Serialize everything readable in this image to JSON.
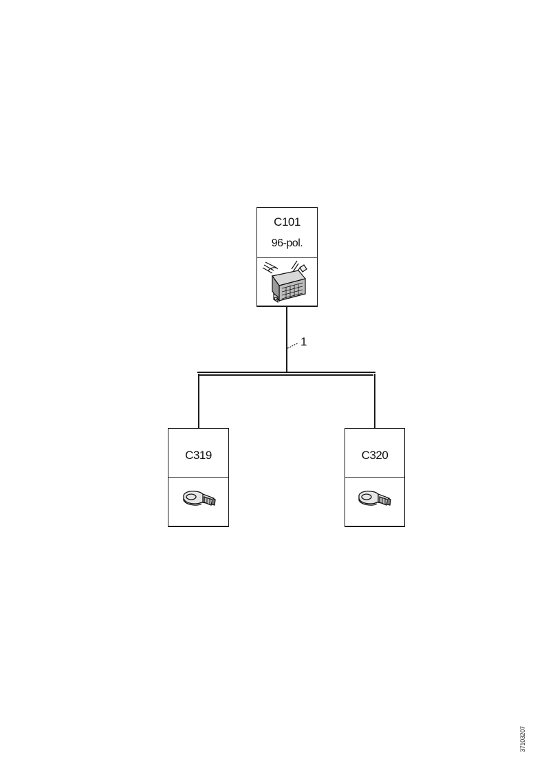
{
  "connectors": {
    "c101": {
      "id": "C101",
      "description": "96-pol."
    },
    "c319": {
      "id": "C319"
    },
    "c320": {
      "id": "C320"
    }
  },
  "wire": {
    "callout": "1"
  },
  "figure_code": "37103207",
  "icons": {
    "c101": "multi-pin-connector-icon",
    "c319": "ring-terminal-icon",
    "c320": "ring-terminal-icon"
  }
}
